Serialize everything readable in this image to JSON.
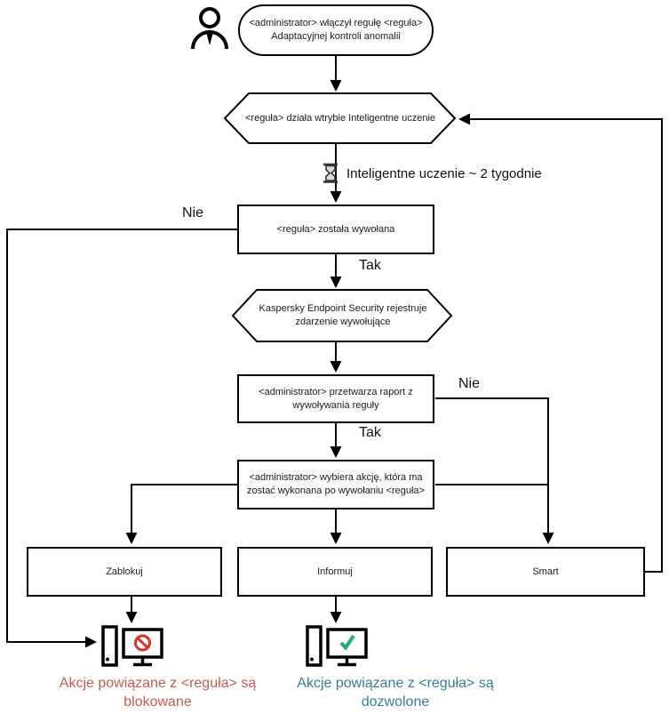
{
  "diagram": {
    "language": "Polish",
    "labels": {
      "no1": "Nie",
      "yes1": "Tak",
      "no2": "Nie",
      "yes2": "Tak"
    },
    "nodes": {
      "start": {
        "line1": "<administrator> włączył regułę <reguła>",
        "line2": "Adaptacyjnej kontroli anomalii"
      },
      "smart_mode": {
        "line1": "<reguła> działa wtrybie Inteligentne uczenie"
      },
      "learning_note": {
        "text": "Inteligentne uczenie ~ 2 tygodnie"
      },
      "rule_triggered": {
        "line1": "<reguła> została wywołana"
      },
      "kes_registers": {
        "line1": "Kaspersky Endpoint Security rejestruje",
        "line2": "zdarzenie wywołujące"
      },
      "admin_report": {
        "line1": "<administrator> przetwarza raport z",
        "line2": "wywoływania reguły"
      },
      "admin_action": {
        "line1": "<administrator> wybiera akcję, która ma",
        "line2": "zostać wykonana po wywołaniu <reguła>"
      },
      "action_block": {
        "label": "Zablokuj"
      },
      "action_inform": {
        "label": "Informuj"
      },
      "action_smart": {
        "label": "Smart"
      }
    },
    "captions": {
      "blocked": {
        "line1": "Akcje powiązane z <reguła> są",
        "line2": "blokowane",
        "color": "#c75b52"
      },
      "allowed": {
        "line1": "Akcje powiązane z <reguła> są",
        "line2": "dozwolone",
        "color": "#33808e"
      }
    },
    "icons": [
      "person-icon",
      "hourglass-icon",
      "computer-blocked-icon",
      "computer-allowed-icon"
    ],
    "colors": {
      "line": "#000000",
      "prohibit": "#d63226",
      "check": "#27a77f",
      "background": "#ffffff"
    }
  }
}
